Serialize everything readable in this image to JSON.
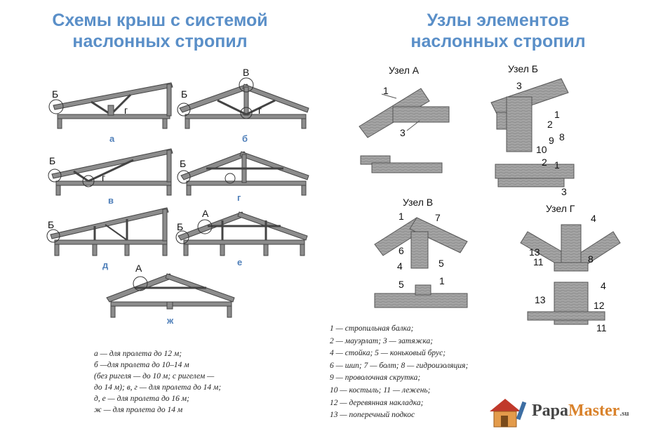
{
  "titles": {
    "left_line1": "Схемы крыш с системой",
    "left_line2": "наслонных стропил",
    "right_line1": "Узлы элементов",
    "right_line2": "наслонных стропил"
  },
  "schemes": {
    "a": {
      "letter": "а",
      "node_b": "Б",
      "label_g": "г"
    },
    "b": {
      "letter": "б",
      "node_b": "Б",
      "node_v": "В",
      "label_g": "г"
    },
    "v": {
      "letter": "в",
      "node_b": "Б",
      "label_g": "г"
    },
    "g": {
      "letter": "г",
      "node_b": "Б"
    },
    "d": {
      "letter": "д",
      "node_b": "Б"
    },
    "e": {
      "letter": "е",
      "node_b": "Б",
      "node_a": "А"
    },
    "zh": {
      "letter": "ж",
      "node_a": "А"
    }
  },
  "nodes": {
    "a": {
      "title": "Узел А",
      "n1": "1",
      "n3": "3"
    },
    "b": {
      "title": "Узел Б",
      "n3": "3",
      "n1": "1",
      "n2": "2",
      "n8": "8",
      "n9": "9",
      "n10": "10",
      "n2b": "2",
      "n1b": "1",
      "n3b": "3"
    },
    "v": {
      "title": "Узел В",
      "n1": "1",
      "n7": "7",
      "n6": "6",
      "n4": "4",
      "n5": "5",
      "n5b": "5",
      "n1b": "1"
    },
    "g": {
      "title": "Узел Г",
      "n4": "4",
      "n13": "13",
      "n11": "11",
      "n8": "8",
      "n4b": "4",
      "n13b": "13",
      "n12": "12",
      "n11b": "11"
    }
  },
  "notes_left": [
    "а — для пролета до 12 м;",
    "б —для пролета до 10–14 м",
    "(без ригеля — до 10 м; с ригелем —",
    "до 14 м); в, г — для пролета до 14 м;",
    "д, е — для пролета до 16 м;",
    "ж — для пролета до 14 м"
  ],
  "notes_right": [
    "1 — стропильная балка;",
    "2 — мауэрлат; 3 — затяжка;",
    "4 — стойка; 5 — коньковый брус;",
    "6 — шип; 7 — болт; 8 — гидроизоляция;",
    "9 — проволочная скрутка;",
    "10 — костыль; 11 — лежень;",
    "12 — деревянная накладка;",
    "13 — поперечный подкос"
  ],
  "logo": {
    "part1": "Papa",
    "part2": "Master",
    "suffix": ".su"
  },
  "colors": {
    "title": "#5a8fc8",
    "wood": "#9a9a9a",
    "wood_dark": "#6b6b6b",
    "letter": "#4f7fb9",
    "logo_accent": "#d9822b"
  }
}
